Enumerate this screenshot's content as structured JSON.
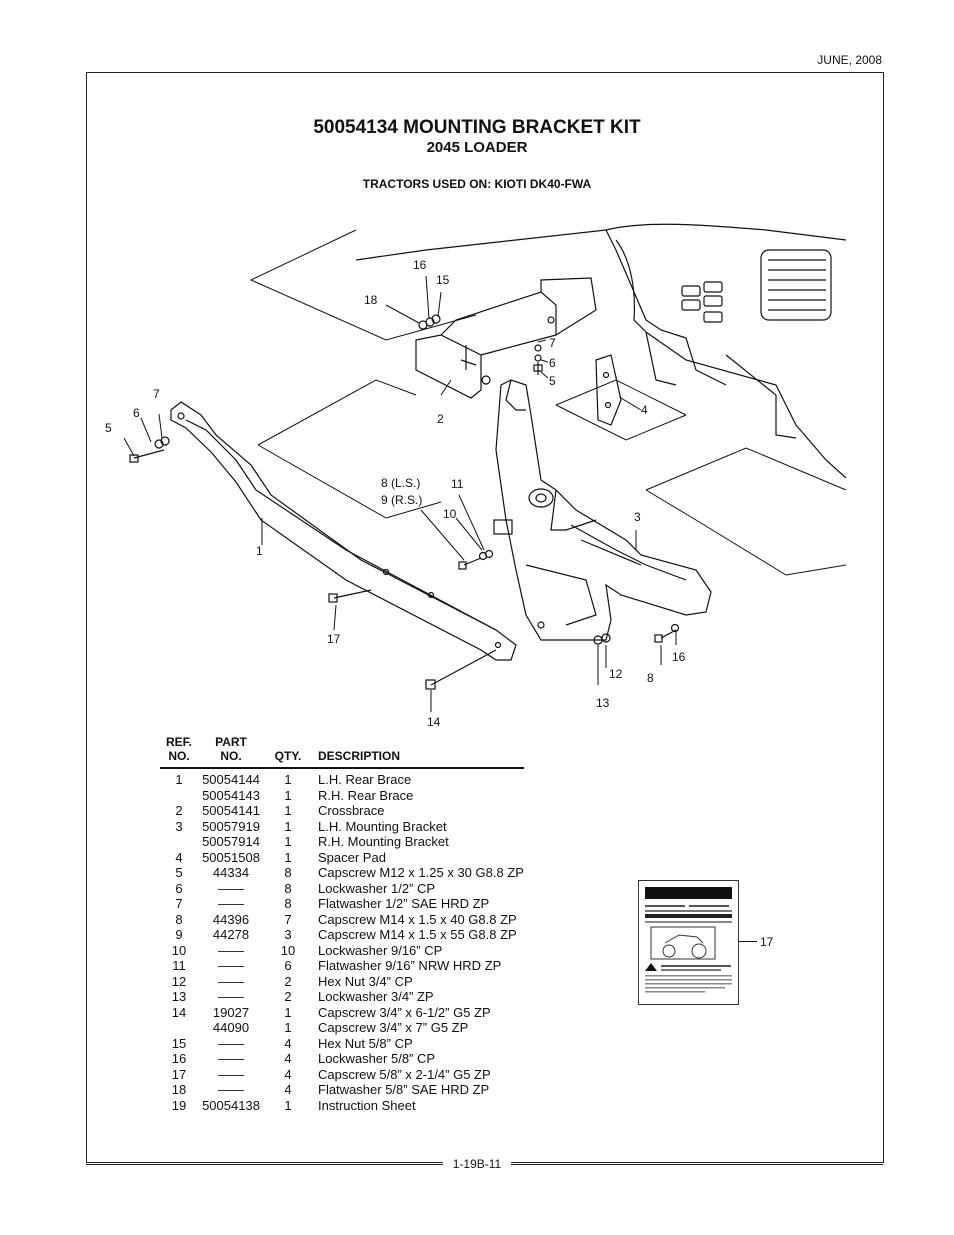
{
  "header": {
    "date": "JUNE, 2008"
  },
  "title": {
    "main": "50054134 MOUNTING BRACKET KIT",
    "sub": "2045 LOADER",
    "tractors": "TRACTORS USED ON: KIOTI  DK40-FWA"
  },
  "callouts": {
    "c16a": "16",
    "c15": "15",
    "c18": "18",
    "c7a": "7",
    "c6a": "6",
    "c5a": "5",
    "c4": "4",
    "c2": "2",
    "c7b": "7",
    "c6b": "6",
    "c5b": "5",
    "c8ls": "8 (L.S.)",
    "c9rs": "9 (R.S.)",
    "c11": "11",
    "c10": "10",
    "c3": "3",
    "c1": "1",
    "c17": "17",
    "c16b": "16",
    "c12": "12",
    "c8b": "8",
    "c13": "13",
    "c14": "14",
    "c17b": "17"
  },
  "parts_table": {
    "headers": {
      "ref": [
        "REF.",
        "NO."
      ],
      "part": [
        "PART",
        "NO."
      ],
      "qty": "QTY.",
      "desc": "DESCRIPTION"
    },
    "rows": [
      {
        "ref": "1",
        "part": "50054144",
        "qty": "1",
        "desc": "L.H. Rear Brace"
      },
      {
        "ref": "",
        "part": "50054143",
        "qty": "1",
        "desc": "R.H. Rear Brace"
      },
      {
        "ref": "2",
        "part": "50054141",
        "qty": "1",
        "desc": "Crossbrace"
      },
      {
        "ref": "3",
        "part": "50057919",
        "qty": "1",
        "desc": "L.H. Mounting Bracket"
      },
      {
        "ref": "",
        "part": "50057914",
        "qty": "1",
        "desc": "R.H. Mounting Bracket"
      },
      {
        "ref": "4",
        "part": "50051508",
        "qty": "1",
        "desc": "Spacer Pad"
      },
      {
        "ref": "5",
        "part": "44334",
        "qty": "8",
        "desc": "Capscrew M12 x 1.25 x 30 G8.8 ZP"
      },
      {
        "ref": "6",
        "part": "——",
        "qty": "8",
        "desc": "Lockwasher 1/2” CP"
      },
      {
        "ref": "7",
        "part": "——",
        "qty": "8",
        "desc": "Flatwasher 1/2” SAE HRD ZP"
      },
      {
        "ref": "8",
        "part": "44396",
        "qty": "7",
        "desc": "Capscrew M14 x 1.5 x 40 G8.8 ZP"
      },
      {
        "ref": "9",
        "part": "44278",
        "qty": "3",
        "desc": "Capscrew M14 x 1.5 x 55 G8.8 ZP"
      },
      {
        "ref": "10",
        "part": "——",
        "qty": "10",
        "desc": "Lockwasher 9/16” CP"
      },
      {
        "ref": "11",
        "part": "——",
        "qty": "6",
        "desc": "Flatwasher 9/16” NRW HRD ZP"
      },
      {
        "ref": "12",
        "part": "——",
        "qty": "2",
        "desc": "Hex Nut 3/4” CP"
      },
      {
        "ref": "13",
        "part": "——",
        "qty": "2",
        "desc": "Lockwasher 3/4” ZP"
      },
      {
        "ref": "14",
        "part": "19027",
        "qty": "1",
        "desc": "Capscrew 3/4” x 6-1/2” G5 ZP"
      },
      {
        "ref": "",
        "part": "44090",
        "qty": "1",
        "desc": "Capscrew 3/4” x 7” G5 ZP"
      },
      {
        "ref": "15",
        "part": "——",
        "qty": "4",
        "desc": "Hex Nut 5/8” CP"
      },
      {
        "ref": "16",
        "part": "——",
        "qty": "4",
        "desc": "Lockwasher 5/8” CP"
      },
      {
        "ref": "17",
        "part": "——",
        "qty": "4",
        "desc": "Capscrew 5/8” x 2-1/4” G5 ZP"
      },
      {
        "ref": "18",
        "part": "——",
        "qty": "4",
        "desc": "Flatwasher 5/8” SAE HRD ZP"
      },
      {
        "ref": "19",
        "part": "50054138",
        "qty": "1",
        "desc": "Instruction Sheet"
      }
    ]
  },
  "instruction_thumb": {
    "callout": "17"
  },
  "footer": {
    "page": "1-19B-11"
  }
}
